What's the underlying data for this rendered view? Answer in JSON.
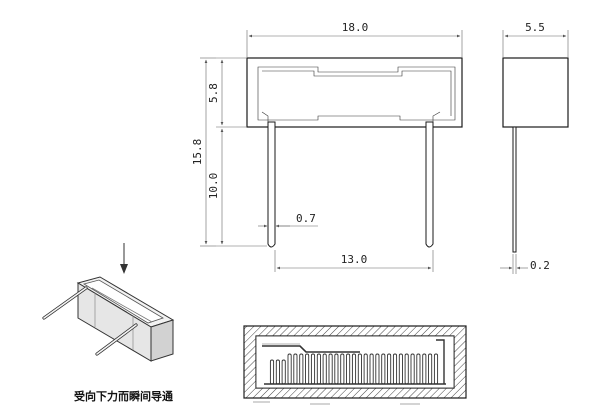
{
  "dimensions": {
    "width": "18.0",
    "height_upper": "5.8",
    "height_total": "15.8",
    "lead_length": "10.0",
    "lead_diameter": "0.7",
    "lead_spacing": "13.0",
    "depth": "5.5",
    "lead_thickness": "0.2"
  },
  "caption": "受向下力而瞬间导通"
}
